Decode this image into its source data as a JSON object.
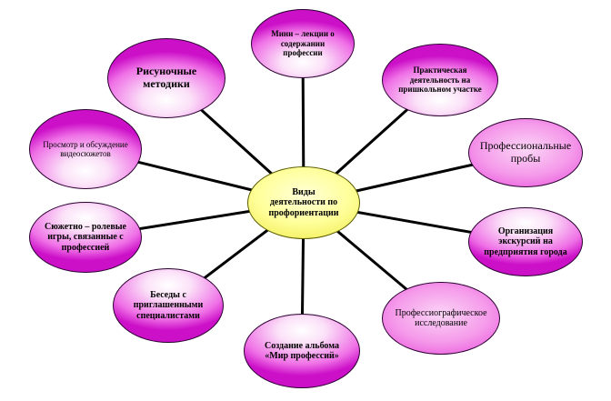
{
  "center": {
    "label": "Виды деятельности по профориентации"
  },
  "nodes": [
    {
      "id": "mini-lectures",
      "label": "Мини – лекции о содержании профессии"
    },
    {
      "id": "practical-activity",
      "label": "Практическая деятельность на пришкольном участке"
    },
    {
      "id": "professional-tests",
      "label": "Профессиональные пробы"
    },
    {
      "id": "excursions",
      "label": "Организация экскурсий на предприятия города"
    },
    {
      "id": "professiographic-research",
      "label": "Профессиографическое исследование"
    },
    {
      "id": "album",
      "label": "Создание альбома «Мир профессий»"
    },
    {
      "id": "talks",
      "label": "Беседы с приглашенными специалистами"
    },
    {
      "id": "role-games",
      "label": "Сюжетно – ролевые игры, связанные с профессией"
    },
    {
      "id": "video-plots",
      "label": "Просмотр и обсуждение видеосюжетов"
    },
    {
      "id": "drawing-methods",
      "label": "Рисуночные методики"
    }
  ]
}
